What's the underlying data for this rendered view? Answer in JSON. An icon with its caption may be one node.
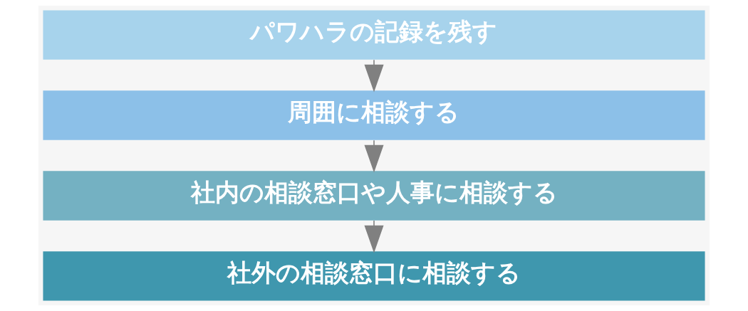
{
  "diagram": {
    "nodes": [
      {
        "text": [
          "パワハラの記録を残す"
        ]
      },
      {
        "text": [
          "周囲に相談する"
        ]
      },
      {
        "text": [
          "社内の相談窓口や人事に相談する"
        ]
      },
      {
        "text": [
          "社外の相談窓口に相談する"
        ]
      }
    ],
    "edges": [
      {
        "from": 0,
        "to": 1,
        "arrow": "to"
      },
      {
        "from": 1,
        "to": 2,
        "arrow": "to"
      },
      {
        "from": 2,
        "to": 3,
        "arrow": "to"
      }
    ]
  }
}
